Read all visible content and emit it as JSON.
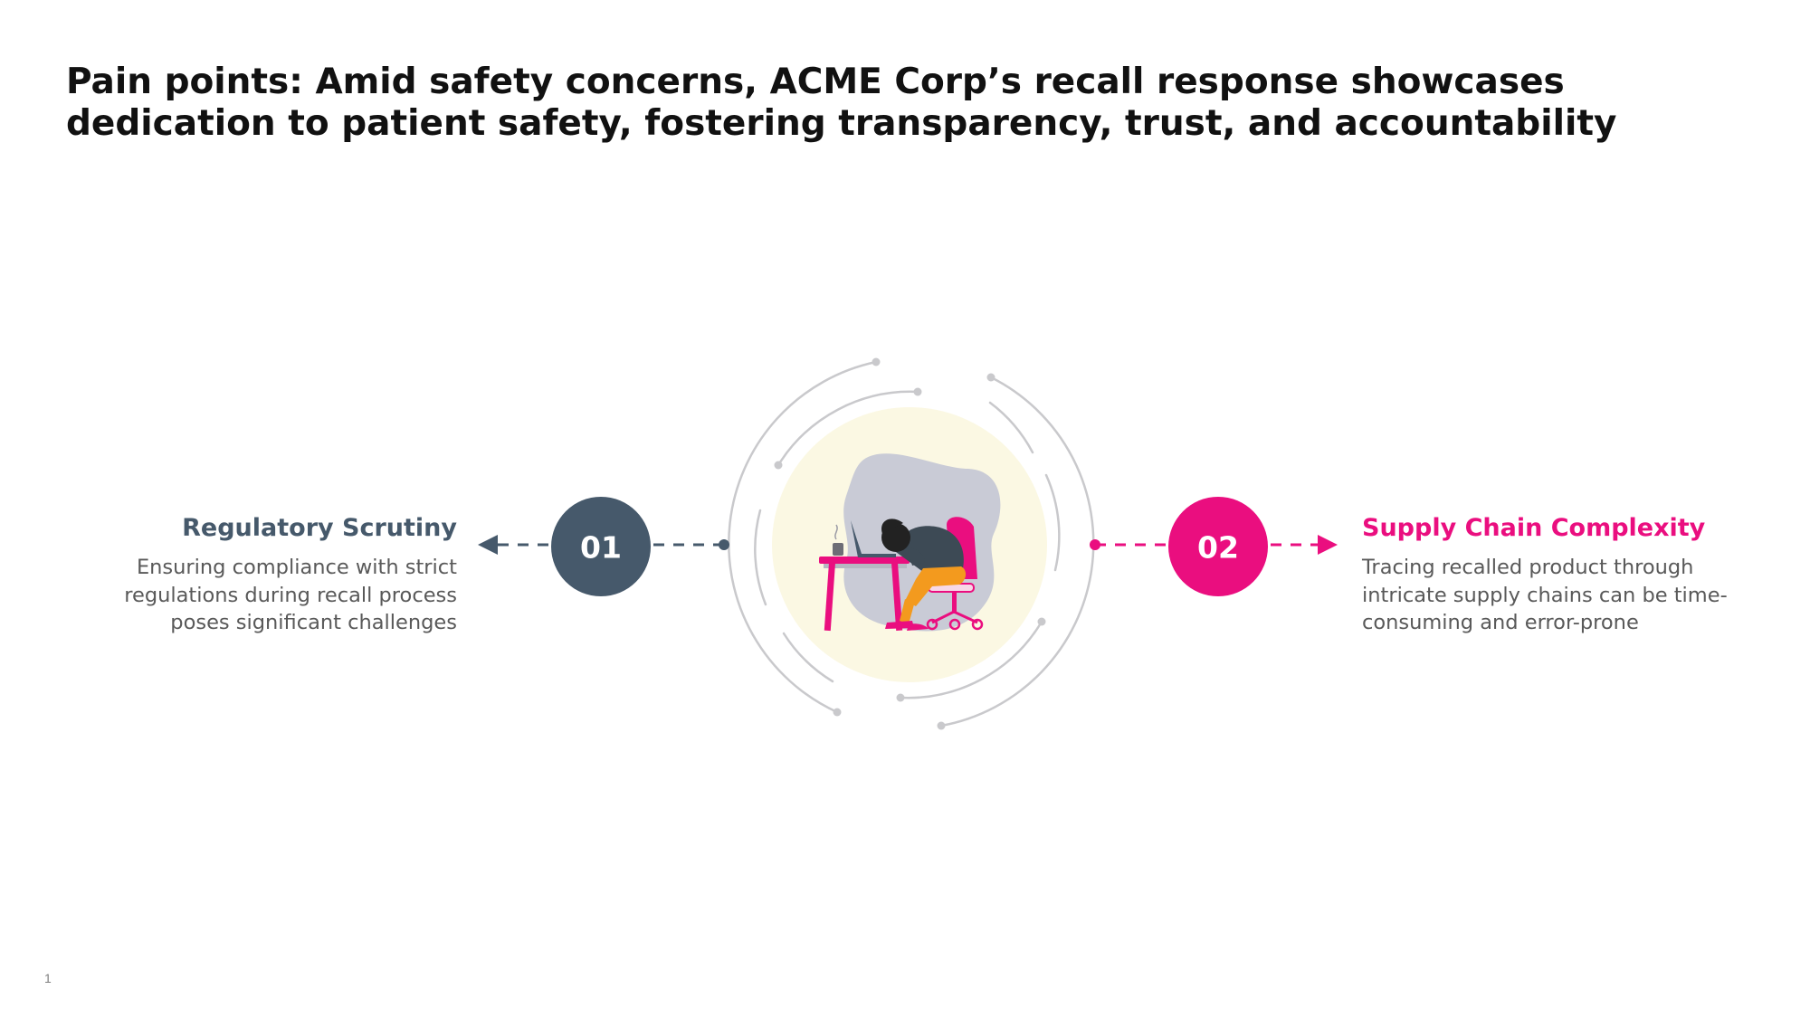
{
  "title": "Pain points: Amid safety concerns, ACME Corp’s recall response showcases dedication to patient safety, fostering transparency, trust, and accountability",
  "colors": {
    "slate": "#46596b",
    "magenta": "#ea0e7f",
    "ring_gray": "#c9c9cc",
    "halo_cream": "#fbf8e3",
    "blob_gray": "#c9cbd6",
    "body_text": "#595959"
  },
  "center_illustration": {
    "icon": "exhausted-worker-at-desk-icon"
  },
  "pain_points": [
    {
      "number": "01",
      "heading": "Regulatory Scrutiny",
      "body": "Ensuring compliance with strict regulations during recall process poses significant challenges",
      "color": "#46596b"
    },
    {
      "number": "02",
      "heading": "Supply Chain Complexity",
      "body": "Tracing recalled product through intricate supply chains can be time-consuming and error-prone",
      "color": "#ea0e7f"
    }
  ],
  "page_number": "1"
}
